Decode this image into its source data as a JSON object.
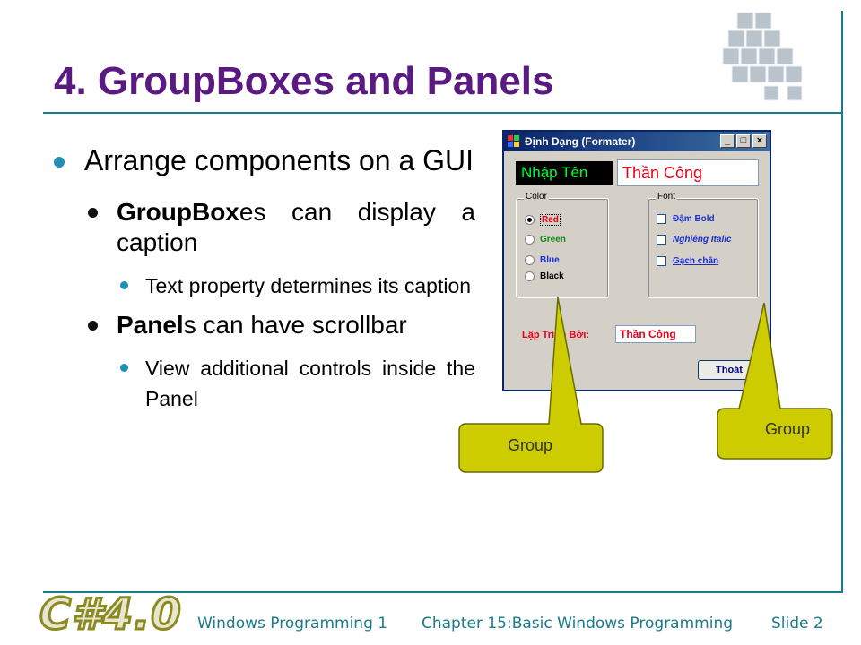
{
  "slide": {
    "title": "4. GroupBoxes and Panels",
    "bullets": [
      {
        "level": 1,
        "text": "Arrange components on a GUI"
      },
      {
        "level": 2,
        "bold": "GroupBox",
        "rest": "es can display a caption"
      },
      {
        "level": 3,
        "text": "Text property determines its caption"
      },
      {
        "level": 2,
        "bold": "Panel",
        "rest": "s can have scrollbar"
      },
      {
        "level": 3,
        "text": "View additional controls inside the Panel"
      }
    ]
  },
  "form": {
    "title": "Định Dạng (Formater)",
    "name_label": "Nhập Tên",
    "name_value": "Thần Công",
    "color_group": {
      "caption": "Color",
      "options": [
        "Red",
        "Green",
        "Blue",
        "Black"
      ],
      "selected": "Red"
    },
    "font_group": {
      "caption": "Font",
      "options": [
        "Đậm Bold",
        "Nghiêng Italic",
        "Gạch chân"
      ]
    },
    "author_label": "Lập Trình Bởi:",
    "author_value": "Thần Công",
    "exit_button": "Thoát"
  },
  "callouts": {
    "left_label": "Group",
    "right_label": "Group",
    "fill_color": "#cccc00"
  },
  "footer": {
    "course": "Windows Programming 1",
    "chapter": "Chapter 15:Basic Windows Programming",
    "slide": "Slide 2",
    "logo": "C#4.0"
  },
  "colors": {
    "title": "#5a1a82",
    "accent": "#1a7a8c",
    "bullet": "#1f8fb8"
  }
}
